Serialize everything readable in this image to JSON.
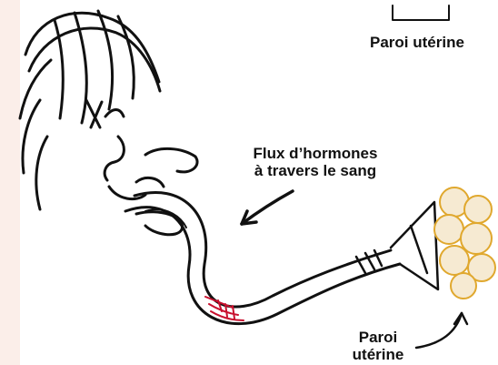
{
  "labels": {
    "top_wall": "Paroi utérine",
    "hormone_flow_line1": "Flux d’hormones",
    "hormone_flow_line2": "à travers le sang",
    "bottom_wall_line1": "Paroi",
    "bottom_wall_line2": "utérine"
  },
  "colors": {
    "background_band": "#fbeee9",
    "ink": "#111111",
    "follicle_outline": "#e0a82e",
    "follicle_fill": "#f6ead2",
    "blood_red": "#c8102e"
  },
  "icons": [
    "head-sketch",
    "blood-vessel",
    "ovary-follicle",
    "arrow"
  ]
}
